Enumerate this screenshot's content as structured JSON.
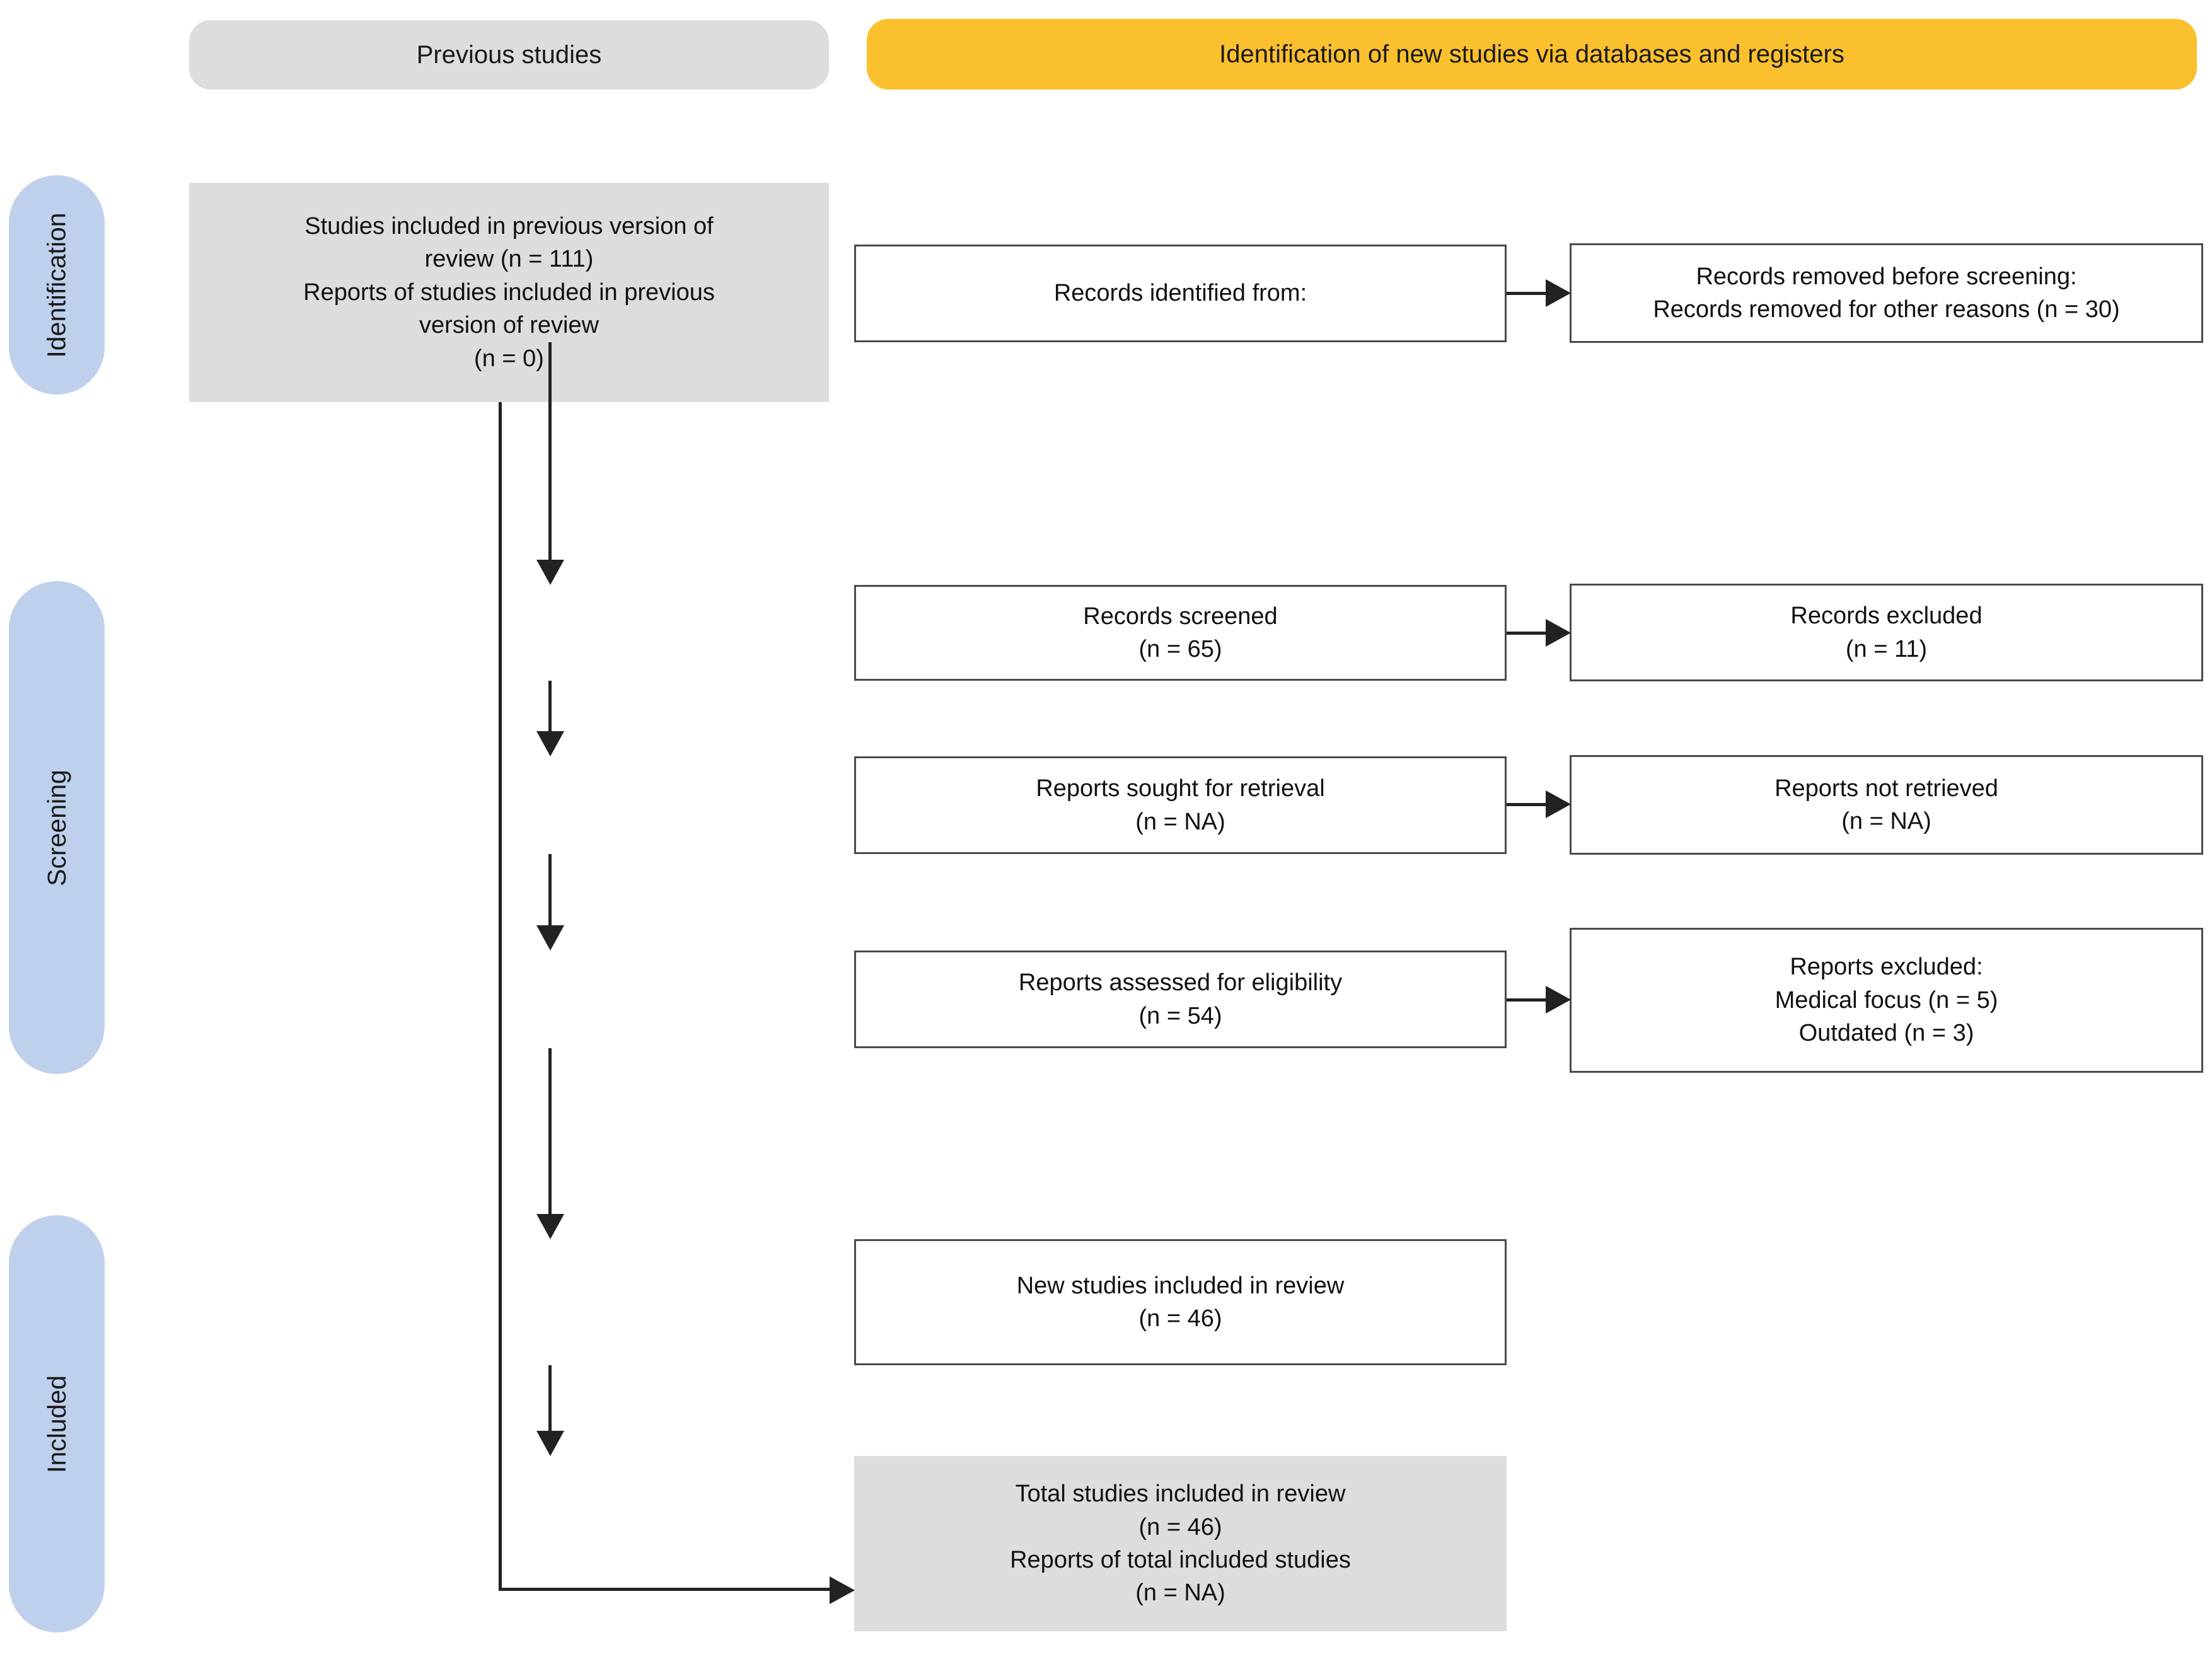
{
  "headers": {
    "previous": "Previous studies",
    "identification": "Identification of new studies via databases and registers"
  },
  "stages": {
    "identification": "Identification",
    "screening": "Screening",
    "included": "Included"
  },
  "boxes": {
    "previous_studies": {
      "line1": "Studies included in previous version of",
      "line2": "review (n = 111)",
      "line3": "Reports of studies included in previous",
      "line4": "version of review",
      "line5": "(n = 0)"
    },
    "records_identified": {
      "line1": "Records identified from:"
    },
    "records_removed": {
      "line1": "Records removed before screening:",
      "line2": "Records removed for other reasons (n = 30)"
    },
    "records_screened": {
      "line1": "Records screened",
      "line2": "(n = 65)"
    },
    "records_excluded": {
      "line1": "Records excluded",
      "line2": "(n = 11)"
    },
    "reports_sought": {
      "line1": "Reports sought for retrieval",
      "line2": "(n = NA)"
    },
    "reports_not_retrieved": {
      "line1": "Reports not retrieved",
      "line2": "(n = NA)"
    },
    "reports_assessed": {
      "line1": "Reports assessed for eligibility",
      "line2": "(n = 54)"
    },
    "reports_excluded": {
      "line1": "Reports excluded:",
      "line2": "Medical focus (n = 5)",
      "line3": "Outdated (n = 3)"
    },
    "new_studies_included": {
      "line1": "New studies included in review",
      "line2": "(n = 46)"
    },
    "total_studies_included": {
      "line1": "Total studies included in review",
      "line2": "(n = 46)",
      "line3": "Reports of total included studies",
      "line4": "(n = NA)"
    }
  },
  "colors": {
    "header_highlight": "#fbc02d",
    "header_muted": "#dddddd",
    "stage_pill": "#bed0ec",
    "box_shaded": "#dddddd",
    "box_border": "#4a4a4a",
    "connector": "#222222"
  },
  "chart_data": {
    "type": "diagram",
    "title": "PRISMA 2020 flow diagram for updated systematic reviews",
    "nodes": [
      {
        "id": "previous_studies",
        "column": "previous",
        "stage": "Identification",
        "style": "shaded",
        "text": "Studies included in previous version of review (n = 111) / Reports of studies included in previous version of review (n = 0)",
        "values": {
          "studies_previous": 111,
          "reports_previous": 0
        }
      },
      {
        "id": "records_identified",
        "column": "new",
        "stage": "Identification",
        "style": "outlined",
        "text": "Records identified from:",
        "values": {}
      },
      {
        "id": "records_removed",
        "column": "exclusions",
        "stage": "Identification",
        "style": "outlined",
        "text": "Records removed before screening: Records removed for other reasons (n = 30)",
        "values": {
          "removed_other_reasons": 30
        }
      },
      {
        "id": "records_screened",
        "column": "new",
        "stage": "Screening",
        "style": "outlined",
        "text": "Records screened (n = 65)",
        "values": {
          "n": 65
        }
      },
      {
        "id": "records_excluded",
        "column": "exclusions",
        "stage": "Screening",
        "style": "outlined",
        "text": "Records excluded (n = 11)",
        "values": {
          "n": 11
        }
      },
      {
        "id": "reports_sought",
        "column": "new",
        "stage": "Screening",
        "style": "outlined",
        "text": "Reports sought for retrieval (n = NA)",
        "values": {
          "n": "NA"
        }
      },
      {
        "id": "reports_not_retrieved",
        "column": "exclusions",
        "stage": "Screening",
        "style": "outlined",
        "text": "Reports not retrieved (n = NA)",
        "values": {
          "n": "NA"
        }
      },
      {
        "id": "reports_assessed",
        "column": "new",
        "stage": "Screening",
        "style": "outlined",
        "text": "Reports assessed for eligibility (n = 54)",
        "values": {
          "n": 54
        }
      },
      {
        "id": "reports_excluded",
        "column": "exclusions",
        "stage": "Screening",
        "style": "outlined",
        "text": "Reports excluded: Medical focus (n = 5) Outdated (n = 3)",
        "values": {
          "medical_focus": 5,
          "outdated": 3
        }
      },
      {
        "id": "new_studies_included",
        "column": "new",
        "stage": "Included",
        "style": "outlined",
        "text": "New studies included in review (n = 46)",
        "values": {
          "n": 46
        }
      },
      {
        "id": "total_studies_included",
        "column": "new",
        "stage": "Included",
        "style": "shaded",
        "text": "Total studies included in review (n = 46) Reports of total included studies (n = NA)",
        "values": {
          "studies": 46,
          "reports": "NA"
        }
      }
    ],
    "edges": [
      {
        "from": "records_identified",
        "to": "records_removed",
        "direction": "right"
      },
      {
        "from": "records_identified",
        "to": "records_screened",
        "direction": "down"
      },
      {
        "from": "records_screened",
        "to": "records_excluded",
        "direction": "right"
      },
      {
        "from": "records_screened",
        "to": "reports_sought",
        "direction": "down"
      },
      {
        "from": "reports_sought",
        "to": "reports_not_retrieved",
        "direction": "right"
      },
      {
        "from": "reports_sought",
        "to": "reports_assessed",
        "direction": "down"
      },
      {
        "from": "reports_assessed",
        "to": "reports_excluded",
        "direction": "right"
      },
      {
        "from": "reports_assessed",
        "to": "new_studies_included",
        "direction": "down"
      },
      {
        "from": "new_studies_included",
        "to": "total_studies_included",
        "direction": "down"
      },
      {
        "from": "previous_studies",
        "to": "total_studies_included",
        "direction": "elbow-down-right"
      }
    ]
  }
}
